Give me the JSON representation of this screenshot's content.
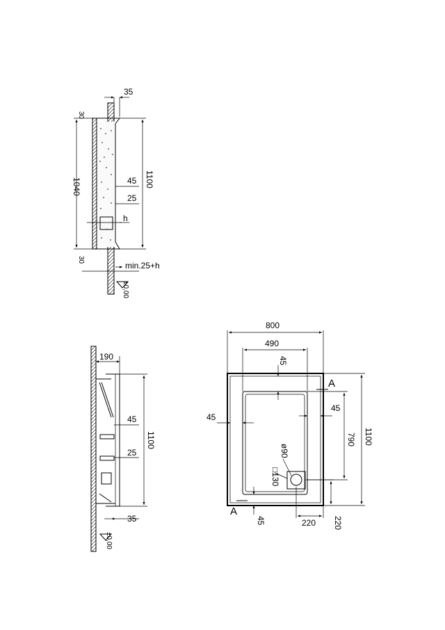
{
  "side_section": {
    "d_35_top": "35",
    "d_30_top": "30",
    "d_1040": "1040",
    "d_1100": "1100",
    "d_45": "45",
    "d_25": "25",
    "d_h": "h",
    "d_30_bottom": "30",
    "d_min": "min.25+h",
    "d_level": "±0,00"
  },
  "front_section": {
    "d_190": "190",
    "d_45": "45",
    "d_1100": "1100",
    "d_25": "25",
    "d_35": "35",
    "d_level": "±0,00"
  },
  "plan_view": {
    "d_800": "800",
    "d_490": "490",
    "d_45_top": "45",
    "d_45_left": "45",
    "d_45_right": "45",
    "d_45_bottom": "45",
    "d_790": "790",
    "d_1100": "1100",
    "d_diam": "ø90",
    "d_130": "□130",
    "d_220_x": "220",
    "d_220_y": "220",
    "label_a_top": "A",
    "label_a_bottom": "A"
  }
}
